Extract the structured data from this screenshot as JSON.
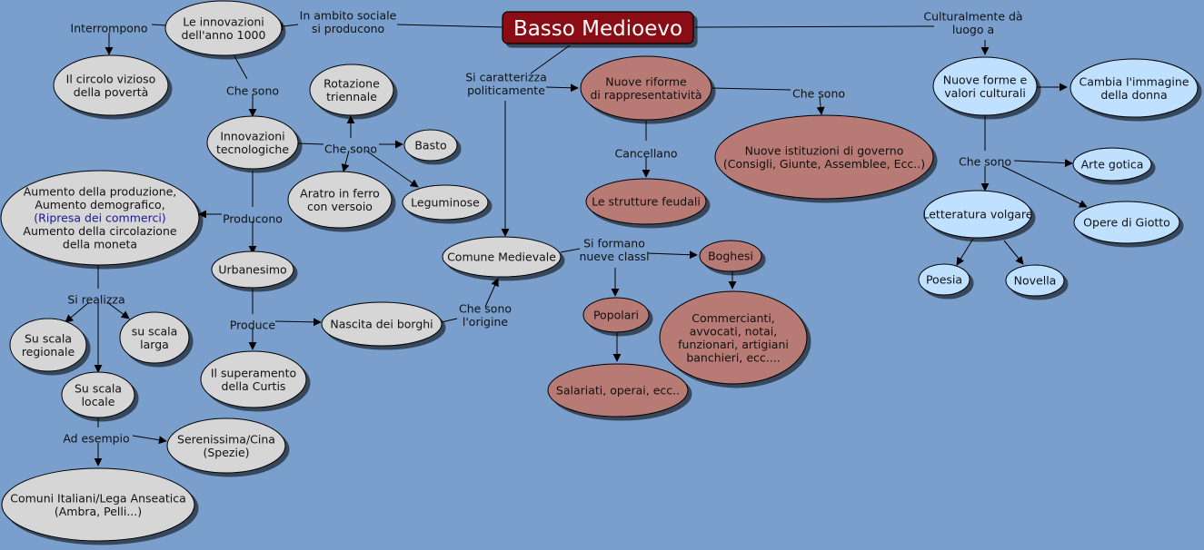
{
  "title": "Basso Medioevo",
  "colors": {
    "background": "#7a9fcc",
    "gray_node": "#d6d6d6",
    "red_node": "#b87a74",
    "blue_node": "#bfe0ff",
    "title_fill": "#8a0f17"
  },
  "nodes": {
    "innovazioni1000": [
      "Le innovazioni",
      "dell'anno 1000"
    ],
    "circolo": [
      "Il circolo vizioso",
      "della povertà"
    ],
    "innovazioniTec": [
      "Innovazioni",
      "tecnologiche"
    ],
    "rotazione": [
      "Rotazione",
      "triennale"
    ],
    "basto": [
      "Basto"
    ],
    "aratro": [
      "Aratro in ferro",
      "con versoio"
    ],
    "leguminose": [
      "Leguminose"
    ],
    "aumento": [
      "Aumento della produzione,",
      "Aumento demografico,",
      "(Ripresa dei commerci)",
      "Aumento della circolazione",
      "della moneta"
    ],
    "urbanesimo": [
      "Urbanesimo"
    ],
    "superamento": [
      "Il superamento",
      "della Curtis"
    ],
    "nascita": [
      "Nascita dei borghi"
    ],
    "regionale": [
      "Su scala",
      "regionale"
    ],
    "larga": [
      "su scala",
      "larga"
    ],
    "locale": [
      "Su scala",
      "locale"
    ],
    "serenissima": [
      "Serenissima/Cina",
      "(Spezie)"
    ],
    "comuniItaliani": [
      "Comuni Italiani/Lega Anseatica",
      "(Ambra, Pelli...)"
    ],
    "riforme": [
      "Nuove riforme",
      "di rappresentatività"
    ],
    "strutture": [
      "Le strutture feudali"
    ],
    "istituzioni": [
      "Nuove istituzioni di governo",
      "(Consigli, Giunte, Assemblee, Ecc..)"
    ],
    "comune": [
      "Comune Medievale"
    ],
    "boghesi": [
      "Boghesi"
    ],
    "popolari": [
      "Popolari"
    ],
    "commercianti": [
      "Commercianti,",
      "avvocati, notai,",
      "funzionari, artigiani",
      "banchieri, ecc...."
    ],
    "salariati": [
      "Salariati, operai, ecc.."
    ],
    "forme": [
      "Nuove forme e",
      "valori culturali"
    ],
    "donna": [
      "Cambia l'immagine",
      "della donna"
    ],
    "gotica": [
      "Arte gotica"
    ],
    "letteratura": [
      "Letteratura volgare"
    ],
    "giotto": [
      "Opere di Giotto"
    ],
    "poesia": [
      "Poesia"
    ],
    "novella": [
      "Novella"
    ]
  },
  "links": {
    "interrompono": [
      "Interrompono"
    ],
    "ambito": [
      "In ambito sociale",
      "si producono"
    ],
    "chesono1": [
      "Che sono"
    ],
    "chesono2": [
      "Che sono"
    ],
    "producono": [
      "Producono"
    ],
    "produce": [
      "Produce"
    ],
    "realizza": [
      "Si realizza"
    ],
    "esempio": [
      "Ad esempio"
    ],
    "origine": [
      "Che sono",
      "l'origine"
    ],
    "politica": [
      "Si caratterizza",
      "politicamente"
    ],
    "cancellano": [
      "Cancellano"
    ],
    "chesono3": [
      "Che sono"
    ],
    "formano": [
      "Si formano",
      "nueve classi"
    ],
    "culturalmente": [
      "Culturalmente dà",
      "luogo a"
    ],
    "chesono4": [
      "Che sono"
    ]
  }
}
